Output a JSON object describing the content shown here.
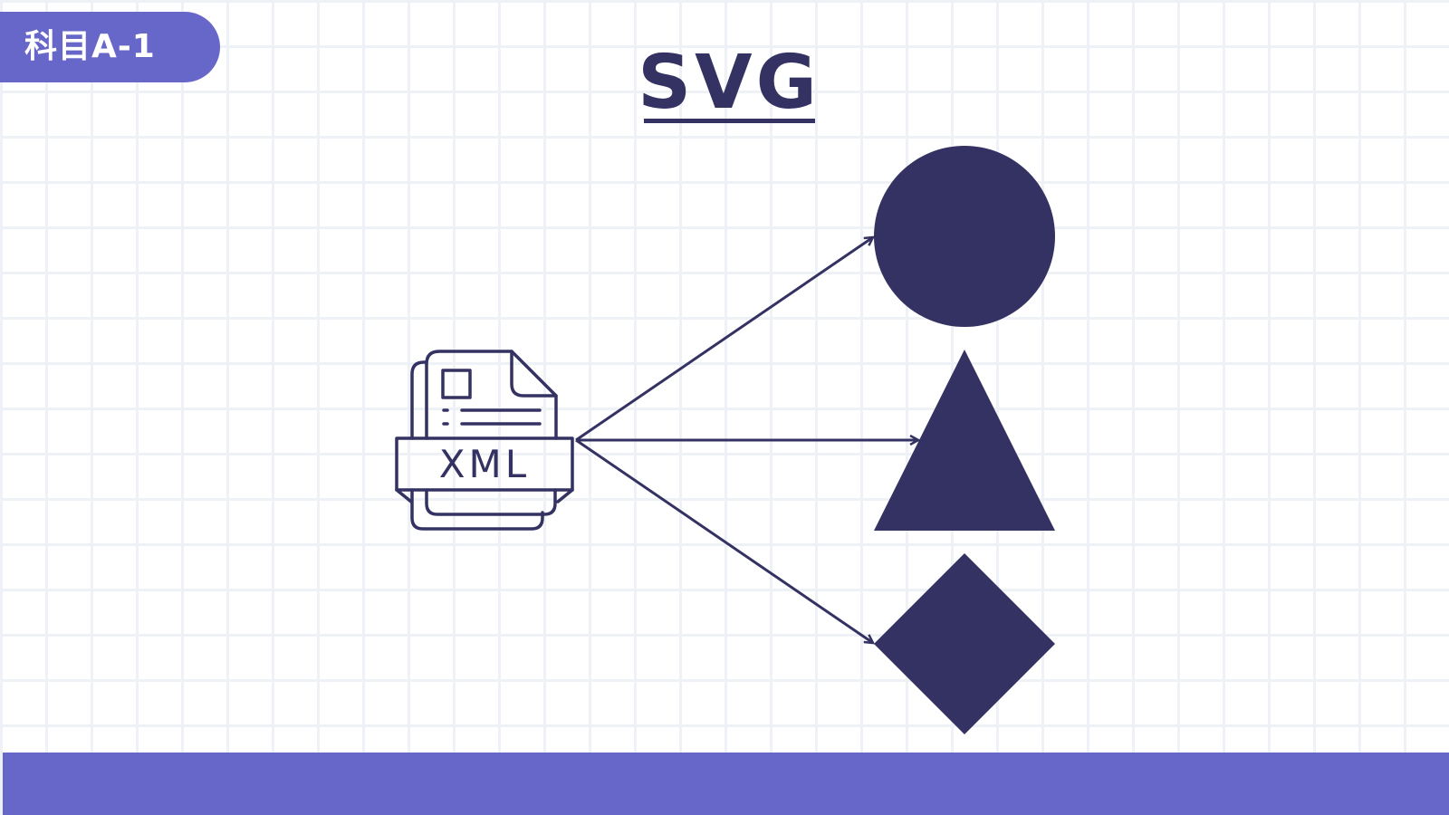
{
  "tag": {
    "label": "科目A-1"
  },
  "title": "SVG",
  "xml_icon": {
    "label": "XML",
    "icon": "xml-file-icon"
  },
  "shapes": [
    "circle",
    "triangle",
    "diamond"
  ],
  "colors": {
    "primary": "#343262",
    "accent": "#6766c9",
    "grid": "#eef2f6",
    "background": "#ffffff"
  }
}
